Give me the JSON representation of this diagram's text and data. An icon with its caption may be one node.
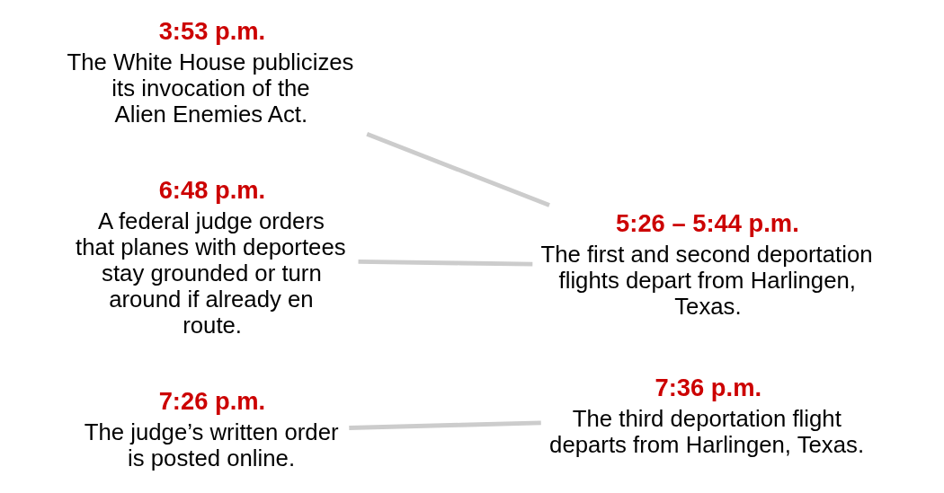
{
  "diagram": {
    "nodes": [
      {
        "text": [
          "3:53 p.m.",
          "The White House publicizes its invocation of the Alien Enemies Act."
        ]
      },
      {
        "text": [
          "5:26 – 5:44 p.m.",
          "The first and second deportation flights depart from Harlingen, Texas."
        ]
      },
      {
        "text": [
          "6:48 p.m.",
          "A federal judge orders that planes with deportees stay grounded or turn around if already en route."
        ]
      },
      {
        "text": [
          "7:26 p.m.",
          "The judge’s written order is posted online."
        ]
      },
      {
        "text": [
          "7:36 p.m.",
          "The third deportation flight departs from Harlingen, Texas."
        ]
      }
    ],
    "edges": [
      {
        "from": 0,
        "to": 1,
        "arrow": "none"
      },
      {
        "from": 1,
        "to": 2,
        "arrow": "none"
      },
      {
        "from": 3,
        "to": 4,
        "arrow": "none"
      }
    ]
  }
}
